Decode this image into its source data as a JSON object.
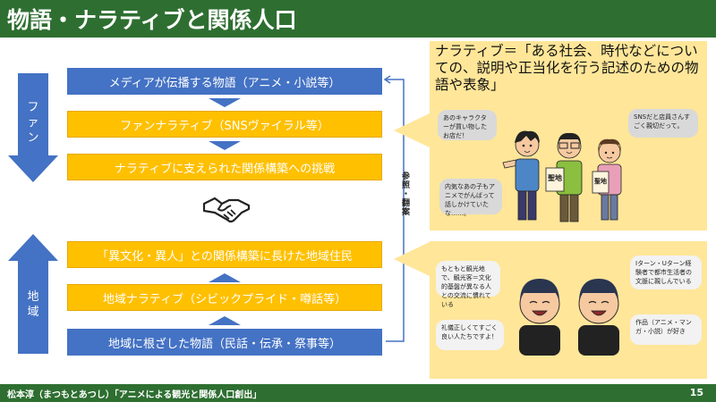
{
  "title": "物語・ナラティブと関係人口",
  "left_labels": {
    "fan": "ファン",
    "region": "地域"
  },
  "flow_top": [
    "メディアが伝播する物語（アニメ・小説等）",
    "ファンナラティブ（SNSヴァイラル等）",
    "ナラティブに支えられた関係構築への挑戦"
  ],
  "flow_bottom": [
    "「異文化・異人」との関係構築に長けた地域住民",
    "地域ナラティブ（シビックプライド・噂話等）",
    "地域に根ざした物語（民話・伝承・祭事等）"
  ],
  "ref_label": "参照・翻案",
  "definition": "ナラティブ＝「ある社会、時代などについての、説明や正当化を行う記述のための物語や表象」",
  "top_bubbles": [
    "あのキャラクターが買い物したお店だ！",
    "SNSだと店員さんすごく親切だって。",
    "内気なあの子もアニメでがんばって話しかけていたな……。"
  ],
  "sign_text": "聖地",
  "bottom_bubbles": [
    "もともと観光地で、観光客＝文化的基盤が異なる人との交流に慣れている",
    "Iターン・Uターン経験者で都市生活者の文脈に親しんでいる",
    "礼儀正しくてすごく良い人たちですよ！",
    "作品（アニメ・マンガ・小説）が好き"
  ],
  "footer": "松本淳（まつもとあつし）「アニメによる観光と関係人口創出」",
  "page_number": "15",
  "colors": {
    "green": "#2e6f31",
    "blue": "#4472c4",
    "gold": "#ffc000",
    "panel": "#ffe699"
  }
}
